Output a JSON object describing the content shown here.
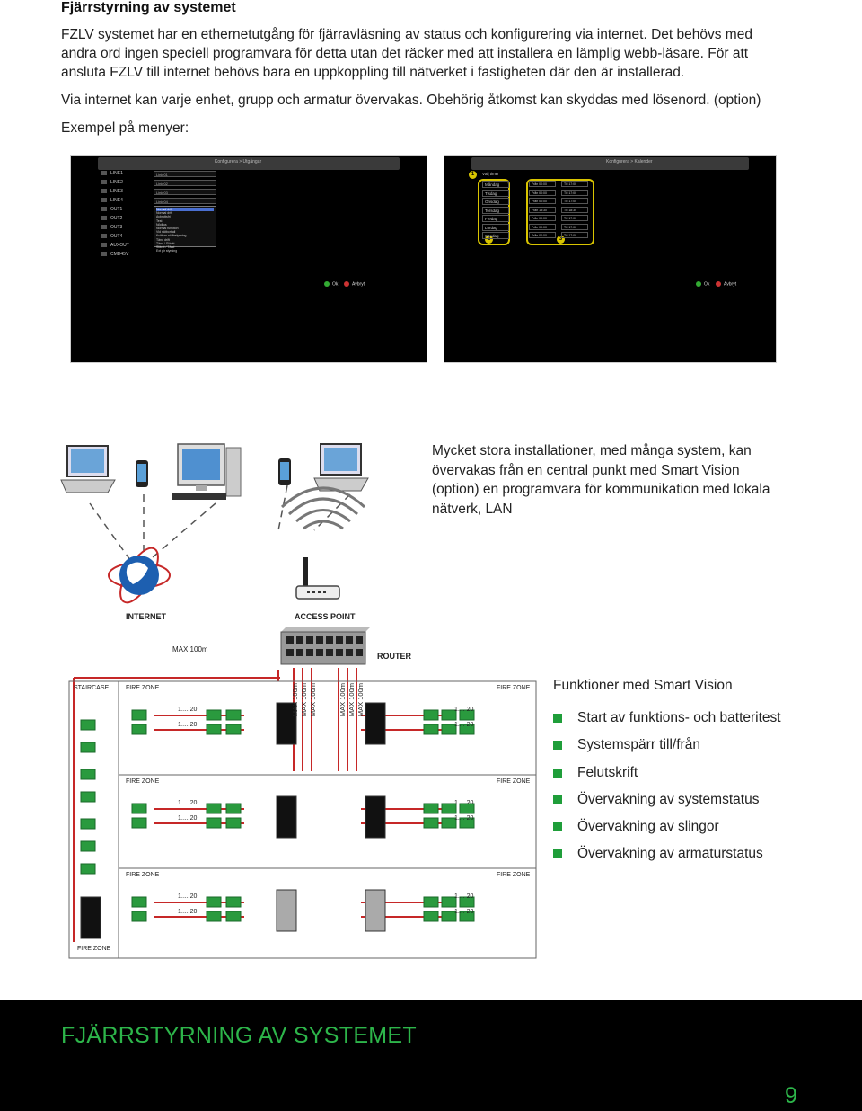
{
  "heading": "Fjärrstyrning av systemet",
  "intro": {
    "p1_line1": "FZLV systemet har en ethernetutgång för fjärravläsning av status och konfigurering via internet. Det behövs med",
    "p1_line2": "andra ord ingen speciell programvara för detta utan det räcker med att installera en lämplig webb-läsare. För att",
    "p1_line3": "ansluta FZLV till internet behövs bara en uppkoppling till nätverket i fastigheten där den är installerad.",
    "p2": "Via internet kan varje enhet, grupp och armatur övervakas. Obehörig åtkomst kan skyddas med lösenord. (option)",
    "p3": "Exempel på menyer:"
  },
  "screenshot_left": {
    "breadcrumb": "Konfigurera > Utgångar",
    "menu": [
      "LINE1",
      "LINE2",
      "LINE3",
      "LINE4",
      "OUT1",
      "OUT2",
      "OUT3",
      "OUT4",
      "AUXOUT",
      "CMD45V"
    ],
    "inputs": [
      "Linie01",
      "Linie02",
      "Linie03",
      "Linie04"
    ],
    "dropdown_selected": "Normal drift",
    "dropdown_options": [
      "Normal drift",
      "Normal drift",
      "Avbrottsfri",
      "Test",
      "Nödljus",
      "Normal funktion",
      "Vid nätbortfall",
      "Kvittera nödbelysning",
      "Tänd drift",
      "Tänd / Släckt",
      "Släckt / Tänd",
      "Ext pir styrning"
    ],
    "ok_label": "Ok",
    "cancel_label": "Avbryt"
  },
  "screenshot_right": {
    "breadcrumb": "Konfigurera > Kalender",
    "header_check": "Välj timer",
    "days": [
      "Måndag",
      "Tisdag",
      "Onsdag",
      "Torsdag",
      "Fredag",
      "Lördag",
      "Söndag"
    ],
    "from_times": [
      "Från 00:00",
      "Från 00:00",
      "Från 00:00",
      "Från 18:30",
      "Från 00:00",
      "Från 00:00",
      "Från 00:00"
    ],
    "to_times": [
      "Till 17:00",
      "Till 17:00",
      "Till 17:00",
      "Till 18:30",
      "Till 17:00",
      "Till 17:00",
      "Till 17:00"
    ],
    "markers": [
      "1",
      "2",
      "3"
    ],
    "ok_label": "Ok",
    "cancel_label": "Avbryt"
  },
  "smart_vision_text": {
    "line1": "Mycket stora installationer, med många system, kan",
    "line2": "övervakas från en central punkt med Smart Vision",
    "line3": "(option) en programvara för kommunikation med lokala",
    "line4": "nätverk, LAN"
  },
  "network_labels": {
    "internet": "INTERNET",
    "access_point": "ACCESS POINT",
    "router": "ROUTER",
    "max_top": "MAX 100m",
    "max_vertical": "MAX 100m"
  },
  "zones": {
    "staircase": "STAIRCASE",
    "fire_zone": "FIRE ZONE",
    "range": "1.... 20"
  },
  "functions": {
    "title": "Funktioner med Smart Vision",
    "items": [
      "Start av funktions- och batteritest",
      "Systemspärr till/från",
      "Felutskrift",
      "Övervakning av systemstatus",
      "Övervakning av slingor",
      "Övervakning av armaturstatus"
    ]
  },
  "footer": {
    "title": "FJÄRRSTYRNING AV SYSTEMET",
    "page": "9"
  },
  "colors": {
    "accent_green": "#2db54a",
    "bullet_green": "#1f9e3a",
    "highlight_yellow": "#d8c400",
    "cable_red": "#c62828"
  }
}
